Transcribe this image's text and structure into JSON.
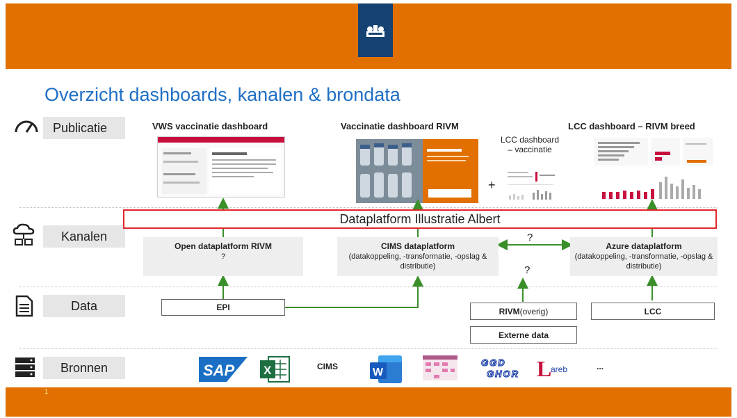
{
  "header": {
    "logo": "rijksoverheid-crest"
  },
  "title": "Overzicht dashboards, kanalen & brondata",
  "rows": {
    "publicatie": "Publicatie",
    "kanalen": "Kanalen",
    "data": "Data",
    "bronnen": "Bronnen"
  },
  "dashboards": {
    "vws": "VWS  vaccinatie dashboard",
    "rivm": "Vaccinatie dashboard RIVM",
    "lcc_vaccinatie": "LCC dashboard – vaccinatie",
    "lcc_breed": "LCC dashboard – RIVM breed",
    "plus": "+"
  },
  "platform": "Dataplatform Illustratie Albert",
  "kanalen": {
    "open_title": "Open dataplatform RIVM",
    "open_sub": "?",
    "cims_title": "CIMS dataplatform",
    "cims_sub": "(datakoppeling, -transformatie, -opslag & distributie)",
    "azure_title": "Azure dataplatform",
    "azure_sub": "(datakoppeling, -transformatie, -opslag & distributie)"
  },
  "data_items": {
    "epi": "EPI",
    "rivm_bold": "RIVM",
    "rivm_rest": " (overig)",
    "externe": "Externe data",
    "lcc": "LCC"
  },
  "questions": {
    "q1": "?",
    "q2": "?"
  },
  "sources": {
    "sap": "SAP",
    "excel": "X",
    "cims": "CIMS",
    "word": "W",
    "ggd": "GGD GHOR",
    "lareb": "Lareb",
    "more": "..."
  },
  "footer": {
    "page": "1"
  },
  "colors": {
    "orange": "#e17000",
    "blue_title": "#1f6fc5",
    "green_arrow": "#3a8f2a",
    "red_frame": "#e2262a"
  }
}
